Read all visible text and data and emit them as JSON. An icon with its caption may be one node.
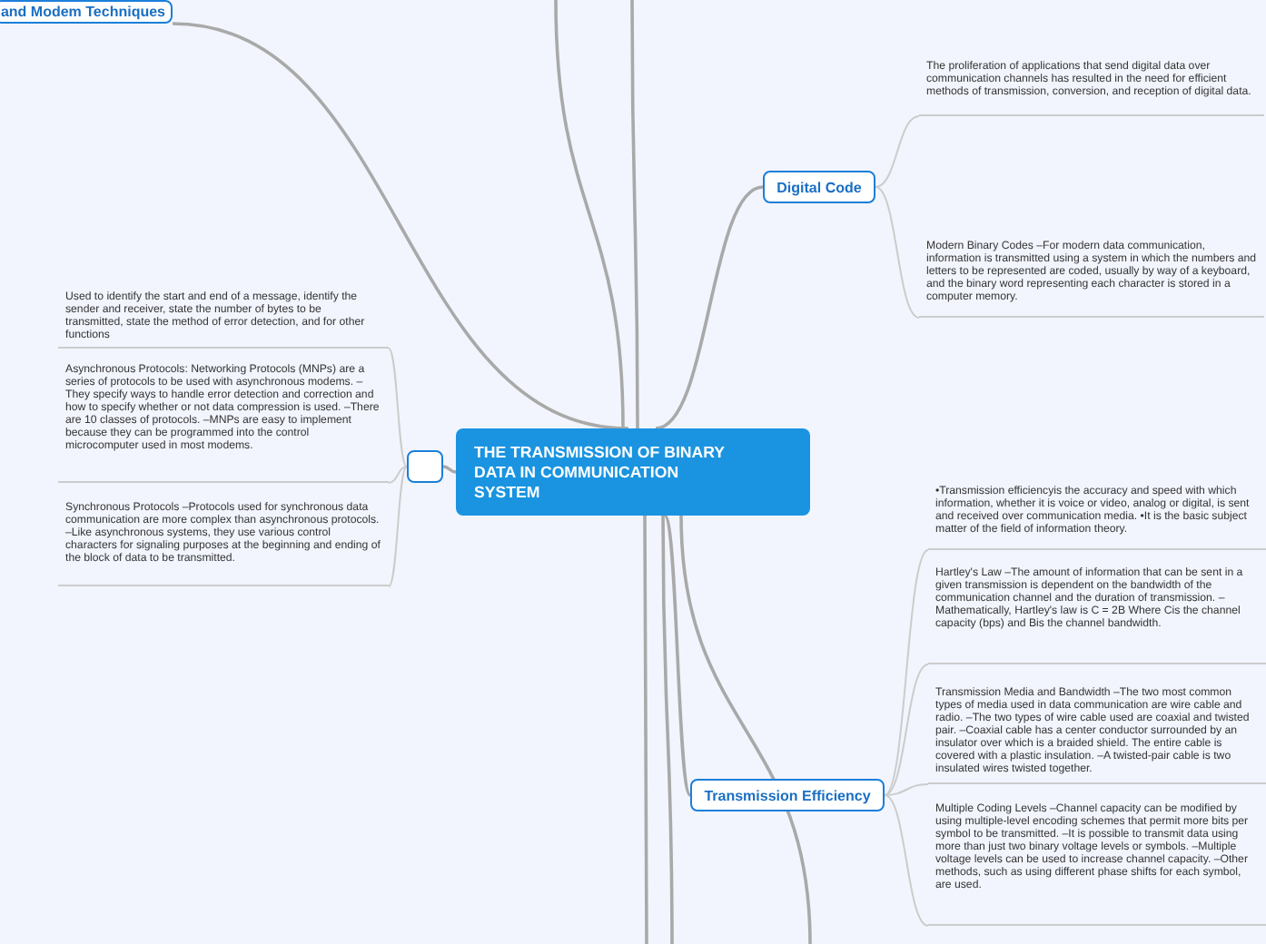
{
  "diagram": {
    "nodes": [
      {
        "text": [
          "THE TRANSMISSION OF BINARY DATA IN COMMUNICATION SYSTEM"
        ]
      },
      {
        "text": [
          "and Modem Techniques"
        ]
      },
      {
        "text": [],
        "shape": "box"
      },
      {
        "text": [
          "Used to identify the start and end of a message, identify the sender and receiver, state the number of bytes to be transmitted, state the method of error detection, and for other functions"
        ]
      },
      {
        "text": [
          "Asynchronous Protocols: Networking Protocols (MNPs) are a series of protocols to be used with asynchronous modems. –They specify ways to handle error detection and correction and how to specify whether or not data compression is used. –There are 10 classes of protocols. –MNPs are easy to implement because they can be programmed into the control microcomputer used in most modems."
        ]
      },
      {
        "text": [
          "Synchronous Protocols –Protocols used for synchronous data communication are more complex than asynchronous protocols. –Like asynchronous systems, they use various control characters for signaling purposes at the beginning and ending of the block of data to be transmitted."
        ]
      },
      {
        "text": [
          "Digital Code"
        ]
      },
      {
        "text": [
          "The proliferation of applications that send digital data over communication channels has resulted in the need for efficient methods of transmission, conversion, and reception of digital data."
        ]
      },
      {
        "text": [
          "Modern Binary Codes –For modern data communication, information is transmitted using a system in which the numbers and letters to be represented are coded, usually by way of a keyboard, and the binary word representing each character is stored in a computer memory."
        ]
      },
      {
        "text": [
          "Transmission Efficiency"
        ]
      },
      {
        "text": [
          "•Transmission efficiencyis the accuracy and speed with which information, whether it is voice or video, analog or digital, is sent and received over communication media. •It is the basic subject matter of the field of information theory."
        ]
      },
      {
        "text": [
          "Hartley's Law –The amount of information that can be sent in a given transmission is dependent on the bandwidth of the communication channel and the duration of transmission. –Mathematically, Hartley's law is C = 2B Where Cis the channel capacity (bps) and Bis the channel bandwidth."
        ]
      },
      {
        "text": [
          "Transmission Media and Bandwidth –The two most common types of media used in data communication are wire cable and radio. –The two types of wire cable used are coaxial and twisted pair. –Coaxial cable has a center conductor surrounded by an insulator over which is a braided shield. The entire cable is covered with a plastic insulation. –A twisted-pair cable is two insulated wires twisted together."
        ]
      },
      {
        "text": [
          "Multiple Coding Levels –Channel capacity can be modified by using multiple-level encoding schemes that permit more bits per symbol to be transmitted. –It is possible to transmit data using more than just two binary voltage levels or symbols. –Multiple voltage levels can be used to increase channel capacity. –Other methods, such as using different phase shifts for each symbol, are used."
        ]
      }
    ],
    "edges": [
      {
        "from": 0,
        "to": 1,
        "arrow": "none"
      },
      {
        "from": 0,
        "to": 2,
        "arrow": "none"
      },
      {
        "from": 2,
        "to": 3,
        "arrow": "none"
      },
      {
        "from": 2,
        "to": 4,
        "arrow": "none"
      },
      {
        "from": 2,
        "to": 5,
        "arrow": "none"
      },
      {
        "from": 0,
        "to": 6,
        "arrow": "none"
      },
      {
        "from": 6,
        "to": 7,
        "arrow": "none"
      },
      {
        "from": 6,
        "to": 8,
        "arrow": "none"
      },
      {
        "from": 0,
        "to": 9,
        "arrow": "none"
      },
      {
        "from": 9,
        "to": 10,
        "arrow": "none"
      },
      {
        "from": 9,
        "to": 11,
        "arrow": "none"
      },
      {
        "from": 9,
        "to": 12,
        "arrow": "none"
      },
      {
        "from": 9,
        "to": 13,
        "arrow": "none"
      },
      {
        "from": 0,
        "to": null,
        "arrow": "none"
      },
      {
        "from": 0,
        "to": null,
        "arrow": "none"
      },
      {
        "from": 0,
        "to": null,
        "arrow": "none"
      },
      {
        "from": 0,
        "to": null,
        "arrow": "none"
      },
      {
        "from": 0,
        "to": null,
        "arrow": "none"
      }
    ]
  }
}
